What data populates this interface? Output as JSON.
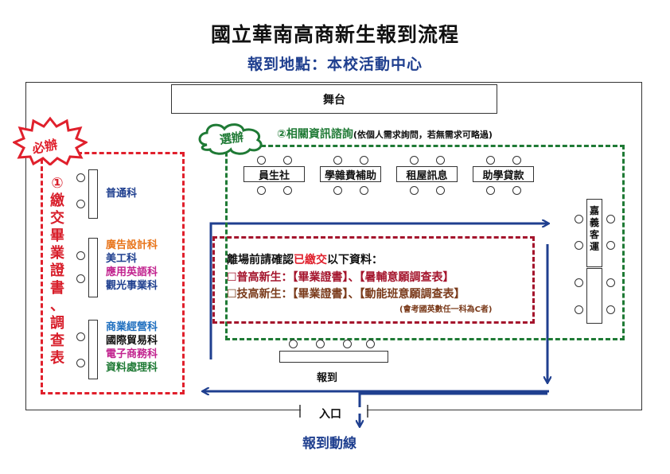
{
  "title": "國立華南高商新生報到流程",
  "subtitle": "報到地點：本校活動中心",
  "stage_label": "舞台",
  "required_badge": "必辦",
  "required_number": "①",
  "required_steps_vertical": [
    "繳",
    "交",
    "畢",
    "業",
    "證",
    "書",
    "、",
    "調",
    "查",
    "表"
  ],
  "department_groups": [
    {
      "items": [
        {
          "name": "普通科",
          "color": "#1f3f8f"
        }
      ]
    },
    {
      "items": [
        {
          "name": "廣告設計科",
          "color": "#e8741a"
        },
        {
          "name": "美工科",
          "color": "#1f3f8f"
        },
        {
          "name": "應用英語科",
          "color": "#c2248f"
        },
        {
          "name": "觀光事業科",
          "color": "#1f3f8f"
        }
      ]
    },
    {
      "items": [
        {
          "name": "商業經營科",
          "color": "#1f6fbf"
        },
        {
          "name": "國際貿易科",
          "color": "#111111"
        },
        {
          "name": "電子商務科",
          "color": "#c2248f"
        },
        {
          "name": "資料處理科",
          "color": "#1f7a35"
        }
      ]
    }
  ],
  "optional_badge": "選辦",
  "optional_title": "②相關資訊諮詢",
  "optional_note": "(依個人需求詢問，若無需求可略過)",
  "info_tables": [
    "員生社",
    "學雜費補助",
    "租屋訊息",
    "助學貸款"
  ],
  "chiayi_transport": [
    "嘉",
    "義",
    "客",
    "運"
  ],
  "confirm_intro_prefix": "離場前請確認",
  "confirm_intro_highlight": "已繳交",
  "confirm_intro_suffix": "以下資料：",
  "confirm_general": "☐普高新生：【畢業證書】、【暑輔意願調查表】",
  "confirm_vocational": "☐技高新生：【畢業證書】、【動能班意願調查表】",
  "confirm_note": "(會考國英數任一科為C者)",
  "checkin_label": "報到",
  "entrance_label": "入口",
  "flow_label": "報到動線",
  "colors": {
    "red": "#e0202c",
    "green": "#1f7a35",
    "blue": "#1f3f8f",
    "darkred": "#a4142c",
    "brown": "#7a3a1a"
  }
}
